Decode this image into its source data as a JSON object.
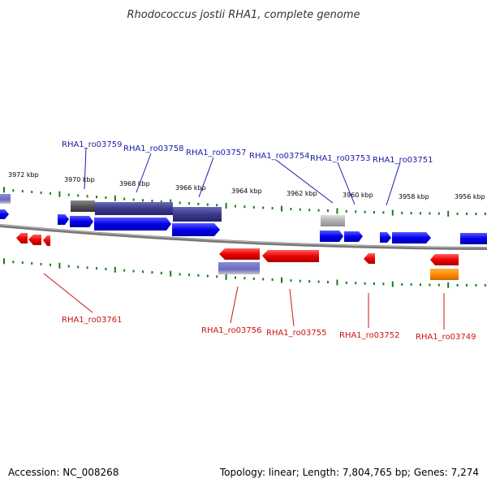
{
  "title": "Rhodococcus jostii RHA1, complete genome",
  "accession": "Accession: NC_008268",
  "summary": "Topology: linear; Length: 7,804,765 bp; Genes: 7,274",
  "colors": {
    "forward_gene": "#0000ee",
    "reverse_gene": "#ee0000",
    "cds_purple": "#3a3a8c",
    "cds_dark_gray": "#555555",
    "cds_light_gray": "#b0b0b0",
    "cds_orange": "#ff8c00",
    "tick_green": "#1a7a1a",
    "backbone": "#888888"
  },
  "ticks": {
    "upper": [
      {
        "label": "3972 kbp"
      },
      {
        "label": "3970 kbp"
      },
      {
        "label": "3968 kbp"
      },
      {
        "label": "3966 kbp"
      },
      {
        "label": "3964 kbp"
      },
      {
        "label": "3962 kbp"
      },
      {
        "label": "3960 kbp"
      },
      {
        "label": "3958 kbp"
      },
      {
        "label": "3956 kbp"
      }
    ]
  },
  "gene_labels": {
    "forward": [
      {
        "name": "RHA1_ro03759"
      },
      {
        "name": "RHA1_ro03758"
      },
      {
        "name": "RHA1_ro03757"
      },
      {
        "name": "RHA1_ro03754"
      },
      {
        "name": "RHA1_ro03753"
      },
      {
        "name": "RHA1_ro03751"
      }
    ],
    "reverse": [
      {
        "name": "RHA1_ro03761"
      },
      {
        "name": "RHA1_ro03756"
      },
      {
        "name": "RHA1_ro03755"
      },
      {
        "name": "RHA1_ro03752"
      },
      {
        "name": "RHA1_ro03749"
      }
    ]
  }
}
